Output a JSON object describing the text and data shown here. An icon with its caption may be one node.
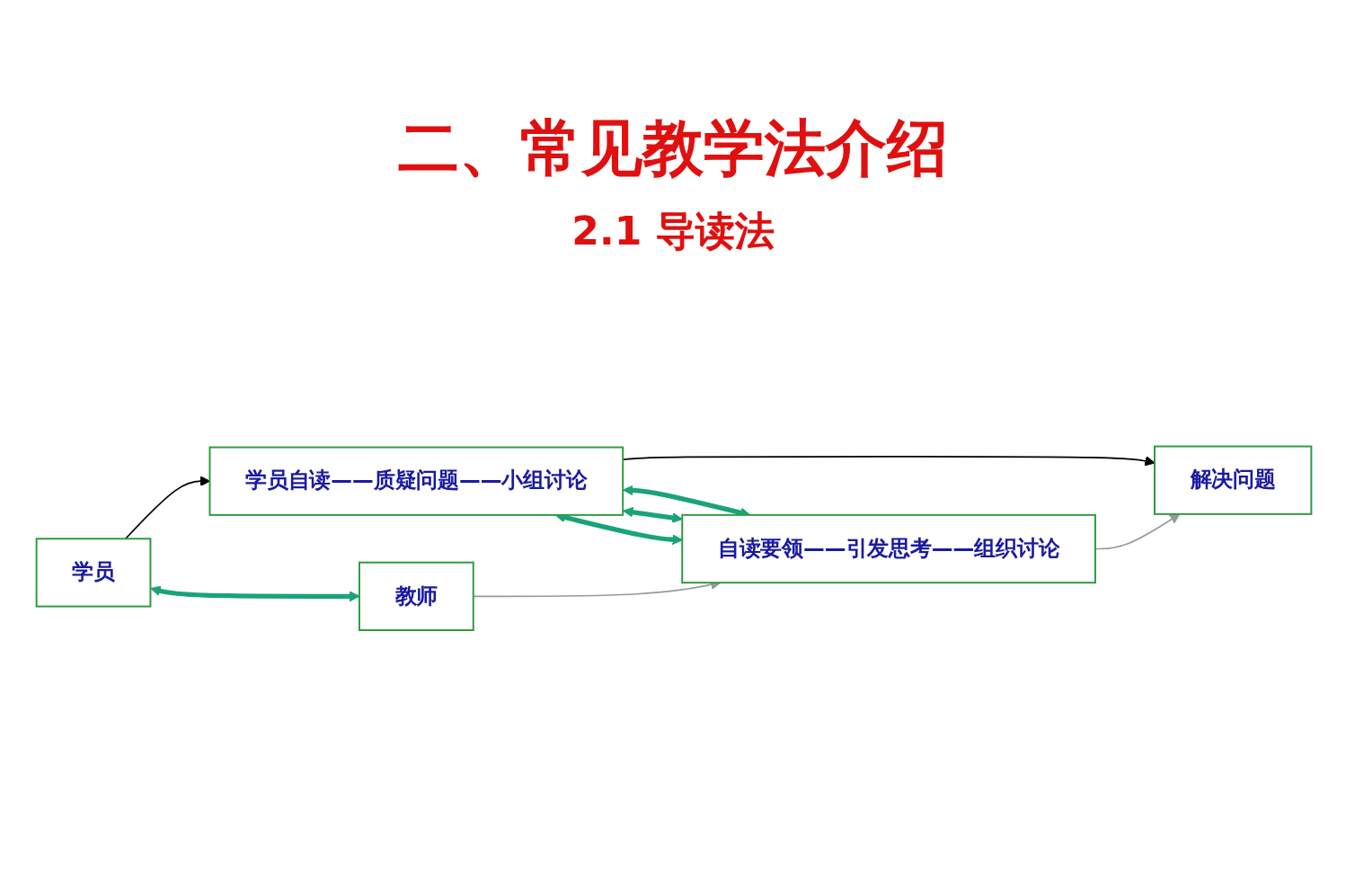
{
  "diagram": {
    "title": "二、常见教学法介绍",
    "nodes": [
      {
        "text": [
          "学员"
        ]
      },
      {
        "text": [
          "学员自读——质疑问题——小组讨论"
        ]
      },
      {
        "text": [
          "解决问题"
        ]
      },
      {
        "text": [
          "教师"
        ]
      },
      {
        "text": [
          "自读要领——引发思考——组织讨论"
        ]
      }
    ],
    "edges": [
      {
        "from": 0,
        "to": 1,
        "arrow": "to",
        "color": "#000000"
      },
      {
        "from": 3,
        "to": 4,
        "arrow": "to",
        "color": "#999999"
      },
      {
        "from": 1,
        "to": 2,
        "arrow": "to",
        "color": "#000000"
      },
      {
        "from": 4,
        "to": 2,
        "arrow": "to",
        "color": "#999999"
      },
      {
        "from": 0,
        "to": 3,
        "arrow": "both",
        "style": "thick",
        "color": "#1aa37a"
      },
      {
        "from": 1,
        "to": 4,
        "arrow": "both",
        "style": "thick",
        "color": "#1aa37a"
      },
      {
        "from": 1,
        "to": 4,
        "arrow": "both",
        "style": "thick",
        "color": "#1aa37a"
      },
      {
        "from": 1,
        "to": 4,
        "arrow": "both",
        "style": "thick",
        "color": "#1aa37a"
      }
    ],
    "labels": [
      "2.1 导读法"
    ]
  }
}
